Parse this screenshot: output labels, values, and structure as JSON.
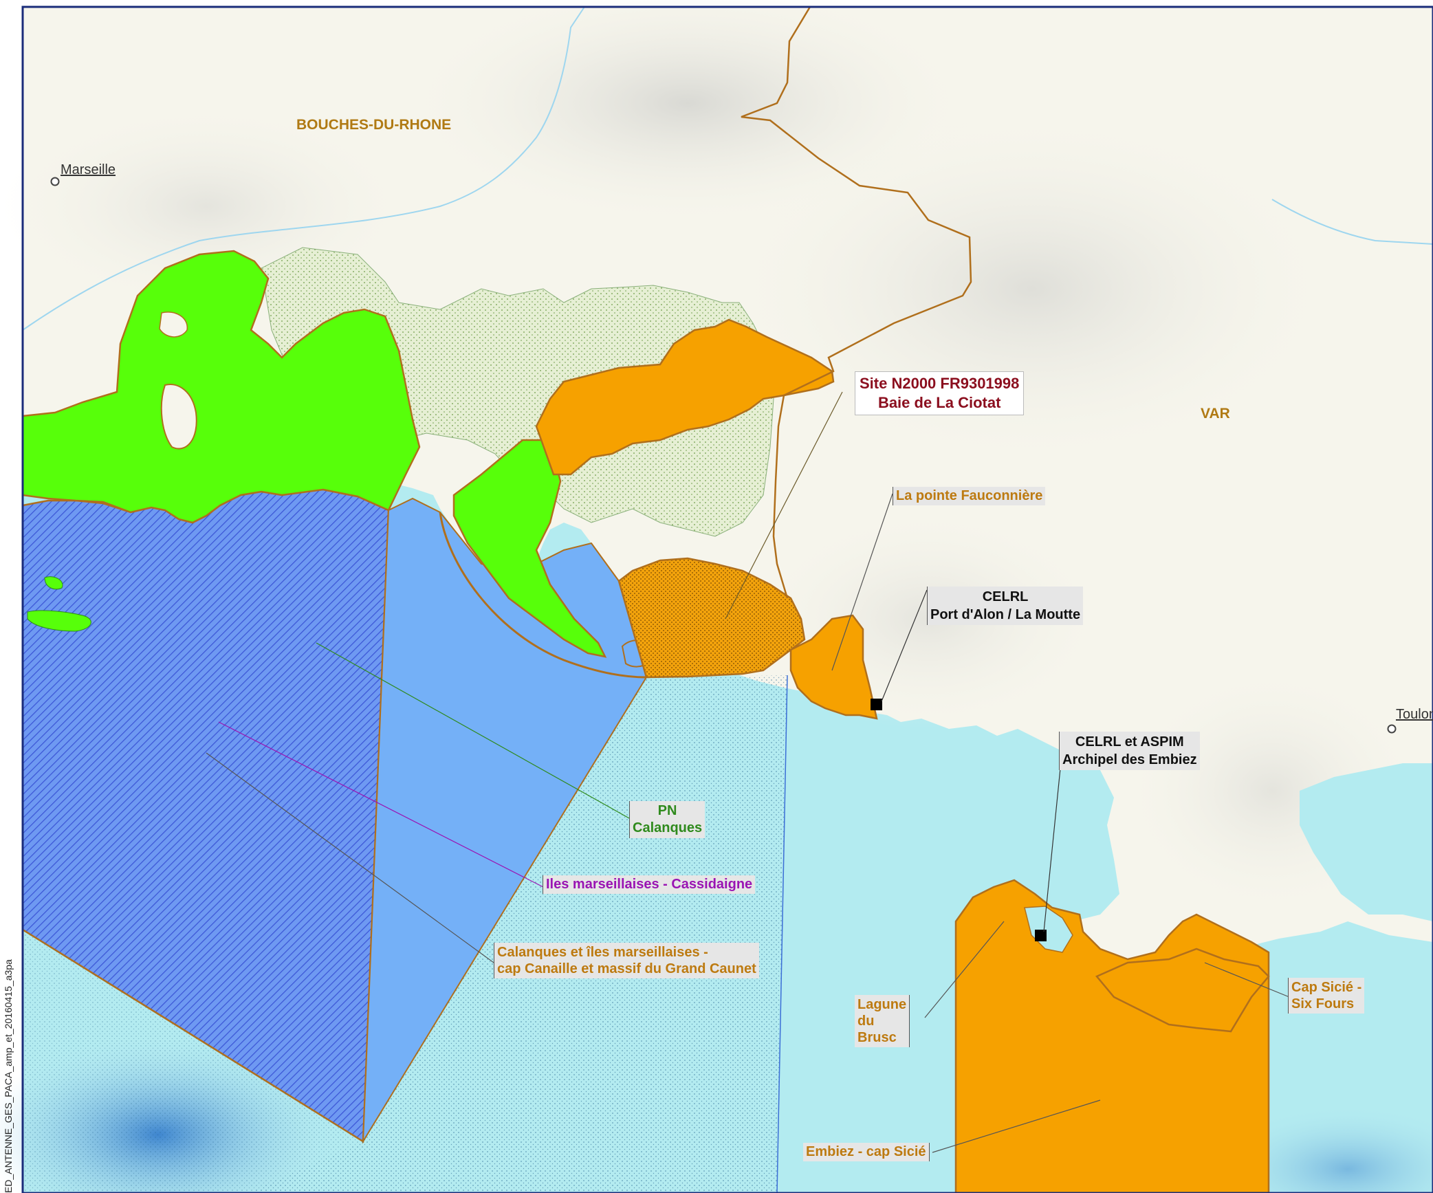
{
  "colors": {
    "land": "#f6f5ec",
    "sea": "#b3ebf0",
    "deep_sea": "#5d9fd8",
    "park_core": "#57ff0a",
    "park_land": "#e7f0d6",
    "park_sea": "#74b0f7",
    "n2000": "#f6a100",
    "outline": "#b06f1c",
    "n2000_text": "#8b0e1e",
    "pn_text": "#2f8a1d",
    "iles_text": "#9a14b3",
    "orange_text": "#bd7a10"
  },
  "side_code": "ED_ANTENNE_GES_PACA_amp_et_20160415_a3pa",
  "places": {
    "bouches_du_rhone": "BOUCHES-DU-RHONE",
    "var": "VAR",
    "marseille": "Marseille",
    "toulon": "Toulon"
  },
  "labels": {
    "n2000_line1": "Site N2000 FR9301998",
    "n2000_line2": "Baie de La Ciotat",
    "fauconniere": "La pointe Fauconnière",
    "celrl_alon_line1": "CELRL",
    "celrl_alon_line2": "Port d'Alon / La Moutte",
    "celrl_aspim_line1": "CELRL et ASPIM",
    "celrl_aspim_line2": "Archipel des Embiez",
    "pn_line1": "PN",
    "pn_line2": "Calanques",
    "iles": "Iles marseillaises - Cassidaigne",
    "calanques_line1": "Calanques et îles marseillaises -",
    "calanques_line2": "cap Canaille et massif du Grand Caunet",
    "lagune_line1": "Lagune",
    "lagune_line2": "du",
    "lagune_line3": "Brusc",
    "cap_sicie_line1": "Cap Sicié -",
    "cap_sicie_line2": "Six Fours",
    "embiez": "Embiez - cap Sicié"
  }
}
